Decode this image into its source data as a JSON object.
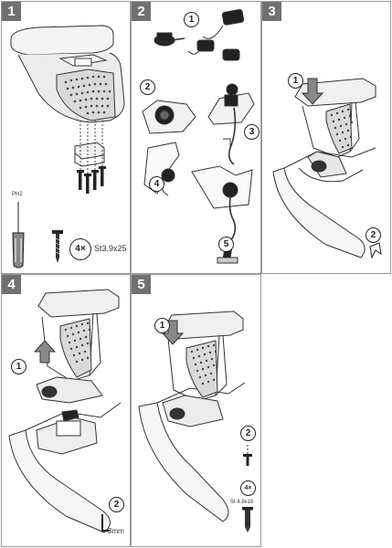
{
  "panels": [
    {
      "step": "1"
    },
    {
      "step": "2"
    },
    {
      "step": "3"
    },
    {
      "step": "4"
    },
    {
      "step": "5"
    }
  ],
  "callouts": {
    "p2_c1": "1",
    "p2_c2": "2",
    "p2_c3": "3",
    "p2_c4": "4",
    "p2_c5": "5",
    "p3_c1": "1",
    "p3_c2": "2",
    "p4_c1": "1",
    "p4_c2": "2",
    "p5_c1": "1",
    "p5_c2": "2"
  },
  "panel1": {
    "qty": "4×",
    "screw_spec": "St3.9x25",
    "screwdriver_tip": "PH2"
  },
  "panel4": {
    "tool_size": "3mm"
  },
  "panel5": {
    "qty": "4×",
    "screw_spec": "St 4.8x16"
  }
}
